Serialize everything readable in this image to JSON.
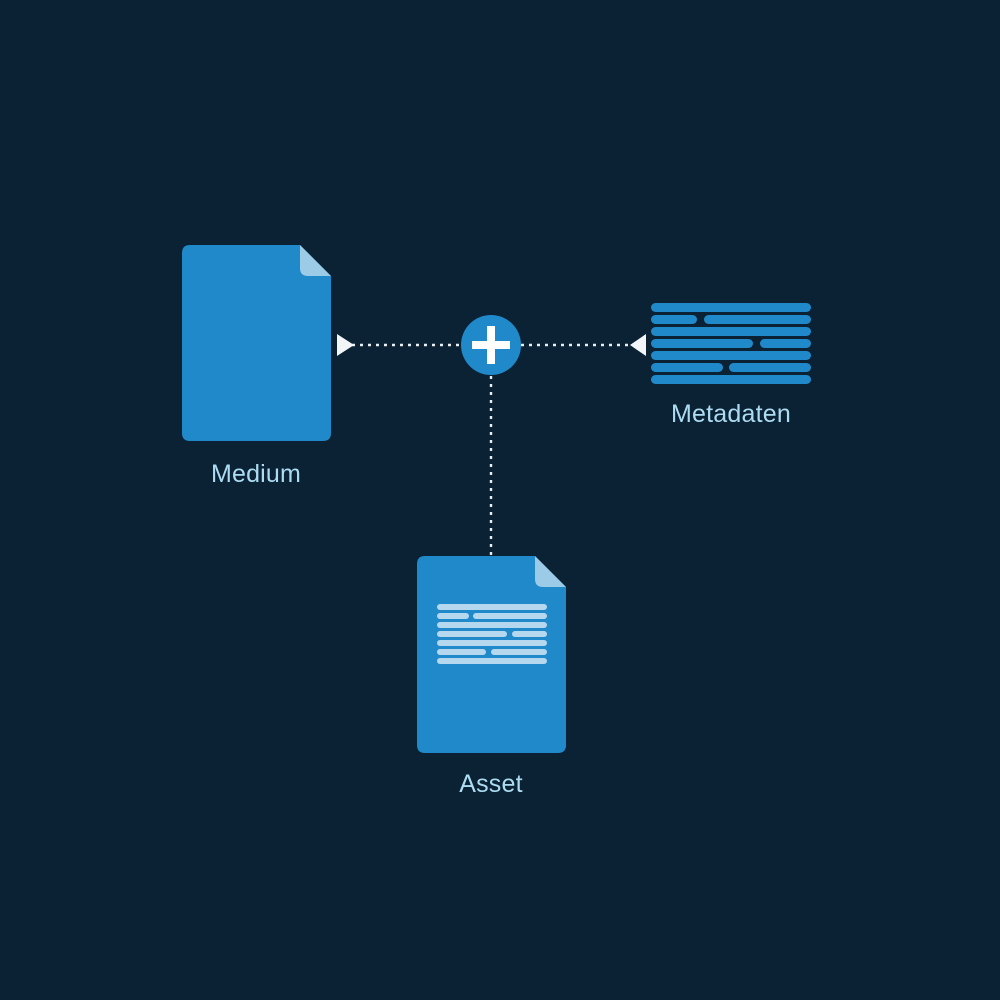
{
  "diagram": {
    "background_color": "#0a2234",
    "accent_color": "#2089ca",
    "light_accent_color": "#9ccbe8",
    "label_color": "#addcf2",
    "connector_color": "#e8eef2",
    "nodes": [
      {
        "id": "medium",
        "label": "Medium",
        "icon": "document-icon",
        "description": "blank document with folded corner"
      },
      {
        "id": "metadaten",
        "label": "Metadaten",
        "icon": "text-lines-icon",
        "description": "stack of seven horizontal text bars"
      },
      {
        "id": "asset",
        "label": "Asset",
        "icon": "document-with-text-icon",
        "description": "document with folded corner containing seven text lines"
      }
    ],
    "junction": {
      "id": "plus-junction",
      "symbol": "+"
    },
    "connections": [
      {
        "from": "medium",
        "to": "plus-junction",
        "style": "dotted",
        "arrow": "to-junction"
      },
      {
        "from": "metadaten",
        "to": "plus-junction",
        "style": "dotted",
        "arrow": "to-junction"
      },
      {
        "from": "plus-junction",
        "to": "asset",
        "style": "dotted",
        "arrow": "none"
      }
    ],
    "text_line_rows": [
      {
        "row": 1,
        "segments": [
          {
            "start": 0,
            "end": 100
          }
        ]
      },
      {
        "row": 2,
        "segments": [
          {
            "start": 0,
            "end": 29
          },
          {
            "start": 33,
            "end": 100
          }
        ]
      },
      {
        "row": 3,
        "segments": [
          {
            "start": 0,
            "end": 100
          }
        ]
      },
      {
        "row": 4,
        "segments": [
          {
            "start": 0,
            "end": 64
          },
          {
            "start": 68,
            "end": 100
          }
        ]
      },
      {
        "row": 5,
        "segments": [
          {
            "start": 0,
            "end": 100
          }
        ]
      },
      {
        "row": 6,
        "segments": [
          {
            "start": 0,
            "end": 45
          },
          {
            "start": 49,
            "end": 100
          }
        ]
      },
      {
        "row": 7,
        "segments": [
          {
            "start": 0,
            "end": 100
          }
        ]
      }
    ]
  }
}
